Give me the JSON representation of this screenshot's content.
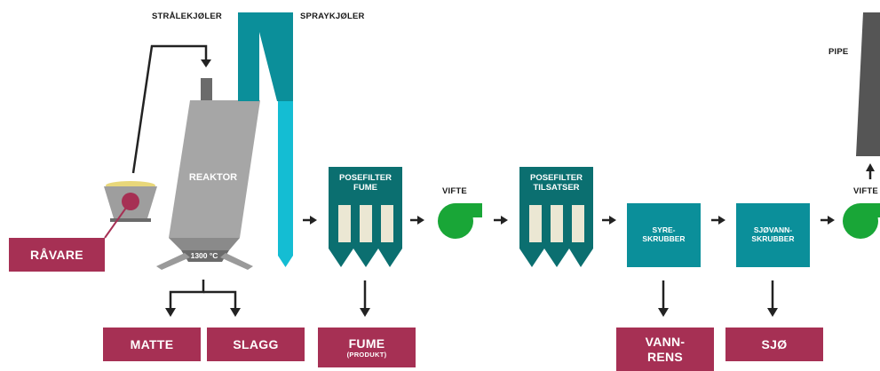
{
  "labels": {
    "stralekjoler": "STRÅLEKJØLER",
    "spraykjoler": "SPRAYKJØLER",
    "reaktor": "REAKTOR",
    "temperature": "1300 °C",
    "posefilter_fume": "POSEFILTER FUME",
    "vifte_1": "VIFTE",
    "posefilter_tilsatser": "POSEFILTER TILSATSER",
    "syreskrubber": "SYRE- SKRUBBER",
    "sjovannskrubber": "SJØVANN- SKRUBBER",
    "pipe": "PIPE",
    "vifte_2": "VIFTE"
  },
  "outputs": {
    "ravare": "RÅVARE",
    "matte": "MATTE",
    "slagg": "SLAGG",
    "fume": "FUME",
    "fume_sub": "(PRODUKT)",
    "vannrens": "VANN- RENS",
    "sjo": "SJØ"
  },
  "colors": {
    "teal_dark": "#0b6f70",
    "teal_mid": "#0b8f9a",
    "teal_light": "#14bdd3",
    "grey_reactor": "#a6a6a6",
    "grey_dark": "#6b6b6b",
    "green_fan": "#19a637",
    "product": "#a63054",
    "filter_bag": "#ebe7d3",
    "arrow": "#222222"
  }
}
